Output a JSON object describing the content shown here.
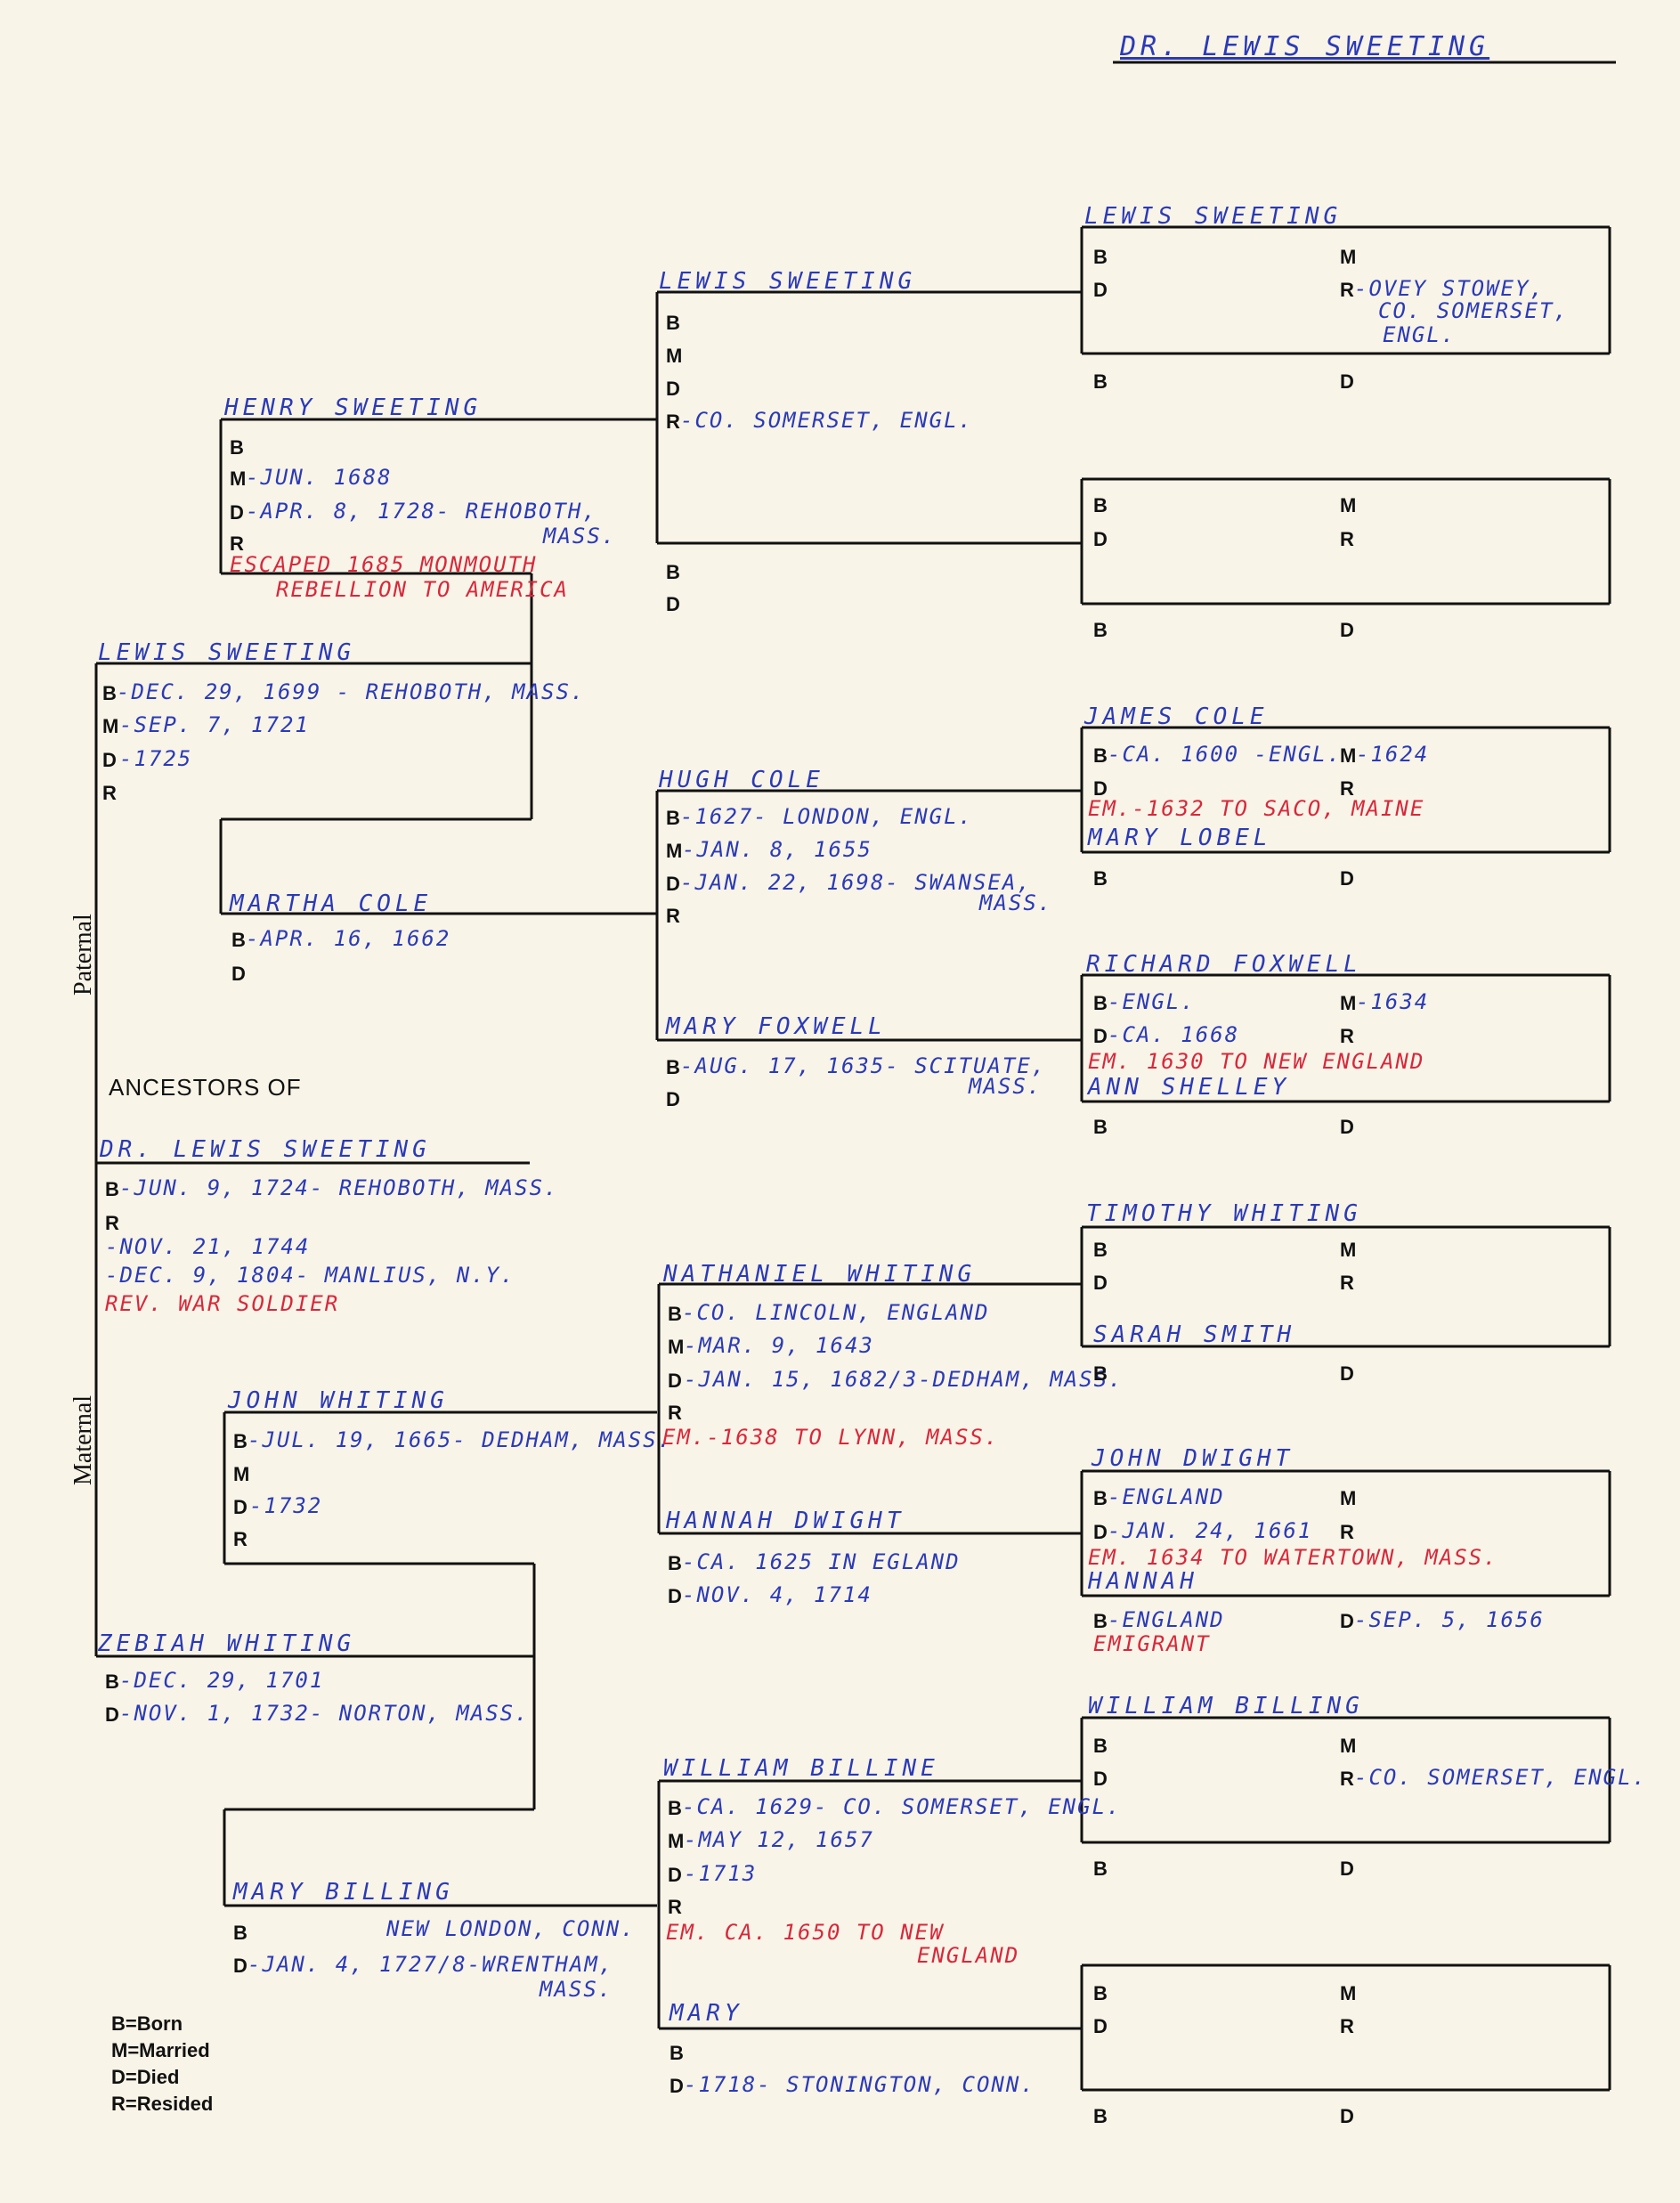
{
  "title": "DR. LEWIS SWEETING",
  "side_labels": {
    "paternal": "Paternal",
    "maternal": "Maternal"
  },
  "ancestors_of": "ANCESTORS OF",
  "legend": {
    "b": "B=Born",
    "m": "M=Married",
    "d": "D=Died",
    "r": "R=Resided"
  },
  "labels": {
    "b": "B",
    "m": "M",
    "d": "D",
    "r": "R"
  },
  "subject": {
    "name": "DR. LEWIS SWEETING",
    "b": "-JUN. 9, 1724- REHOBOTH, MASS.",
    "m": "-NOV. 21, 1744",
    "d": "-DEC. 9, 1804- MANLIUS, N.Y.",
    "note": "REV. WAR SOLDIER"
  },
  "father": {
    "name": "LEWIS SWEETING",
    "b": "-DEC. 29, 1699 - REHOBOTH, MASS.",
    "m": "-SEP. 7, 1721",
    "d": "-1725"
  },
  "mother": {
    "name": "ZEBIAH WHITING",
    "b": "-DEC. 29, 1701",
    "d": "-NOV. 1, 1732- NORTON, MASS."
  },
  "henry": {
    "name": "HENRY SWEETING",
    "m": "-JUN. 1688",
    "d": "-APR. 8, 1728- REHOBOTH,",
    "d2": "MASS.",
    "note1": "ESCAPED 1685 MONMOUTH",
    "note2": "REBELLION TO AMERICA"
  },
  "martha": {
    "name": "MARTHA COLE",
    "b": "-APR. 16, 1662"
  },
  "john_whiting": {
    "name": "JOHN WHITING",
    "b": "-JUL. 19, 1665- DEDHAM, MASS.",
    "d": "-1732"
  },
  "mary_billing": {
    "name": "MARY BILLING",
    "b": "NEW LONDON, CONN.",
    "d": "-JAN. 4, 1727/8-WRENTHAM,",
    "d2": "MASS."
  },
  "lewis_g": {
    "name": "LEWIS SWEETING",
    "r": "-CO. SOMERSET, ENGL."
  },
  "hugh": {
    "name": "HUGH COLE",
    "b": "-1627- LONDON, ENGL.",
    "m": "-JAN. 8, 1655",
    "d": "-JAN. 22, 1698- SWANSEA,",
    "d2": "MASS."
  },
  "mary_foxwell": {
    "name": "MARY FOXWELL",
    "b": "-AUG. 17, 1635- SCITUATE,",
    "b2": "MASS."
  },
  "nathaniel": {
    "name": "NATHANIEL WHITING",
    "b": "-CO. LINCOLN, ENGLAND",
    "m": "-MAR. 9, 1643",
    "d": "-JAN. 15, 1682/3-DEDHAM, MASS.",
    "note": "EM.-1638 TO LYNN, MASS."
  },
  "hannah_dwight": {
    "name": "HANNAH DWIGHT",
    "b": "-CA. 1625 IN EGLAND",
    "d": "-NOV. 4, 1714"
  },
  "william_g": {
    "name": "WILLIAM BILLINE",
    "b": "-CA. 1629- CO. SOMERSET, ENGL.",
    "m": "-MAY 12, 1657",
    "d": "-1713",
    "note1": "EM. CA. 1650 TO NEW",
    "note2": "ENGLAND"
  },
  "mary_g": {
    "name": "MARY",
    "d": "-1718- STONINGTON, CONN."
  },
  "lewis_gg": {
    "name": "LEWIS SWEETING",
    "r": "-OVEY STOWEY,",
    "r2": "CO. SOMERSET,",
    "r3": "ENGL."
  },
  "james_cole": {
    "name": "JAMES COLE",
    "b": "-CA. 1600 -ENGL.",
    "m": "-1624",
    "note": "EM.-1632 TO SACO, MAINE",
    "wife": "MARY LOBEL"
  },
  "richard": {
    "name": "RICHARD FOXWELL",
    "b": "-ENGL.",
    "m": "-1634",
    "d": "-CA. 1668",
    "note": "EM. 1630 TO NEW ENGLAND",
    "wife": "ANN SHELLEY"
  },
  "timothy": {
    "name": "TIMOTHY WHITING",
    "wife": "SARAH SMITH"
  },
  "john_dwight": {
    "name": "JOHN DWIGHT",
    "b": "-ENGLAND",
    "d": "-JAN. 24, 1661",
    "note": "EM. 1634 TO WATERTOWN, MASS.",
    "wife": "HANNAH",
    "wife_b": "-ENGLAND",
    "wife_d": "-SEP. 5, 1656",
    "wife_note": "EMIGRANT"
  },
  "william_gg": {
    "name": "WILLIAM BILLING",
    "r": "-CO. SOMERSET, ENGL."
  }
}
